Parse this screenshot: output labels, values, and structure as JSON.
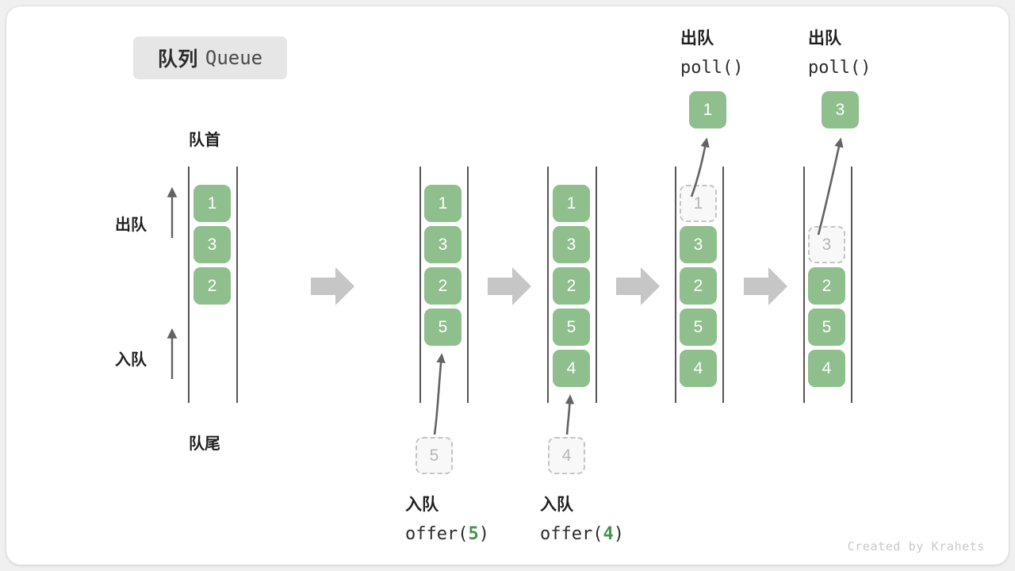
{
  "title": {
    "cn": "队列",
    "en": "Queue"
  },
  "axis": {
    "head": "队首",
    "tail": "队尾",
    "dequeue": "出队",
    "enqueue": "入队"
  },
  "credit": "Created by Krahets",
  "colors": {
    "cell_fill": "#8fbf8c",
    "cell_text": "#ffffff",
    "ghost_fill": "#f8f8f8",
    "ghost_border": "#c4c4c4",
    "rail": "#555555",
    "transition_arrow": "#c6c6c6",
    "motion_arrow": "#636363",
    "accent_arg": "#45914f",
    "chip_bg": "#e6e6e6",
    "canvas": "#ffffff"
  },
  "columns": [
    {
      "name": "initial-queue",
      "cells": [
        {
          "value": "1",
          "state": "solid"
        },
        {
          "value": "3",
          "state": "solid"
        },
        {
          "value": "2",
          "state": "solid"
        }
      ]
    },
    {
      "name": "after-offer-5",
      "cells": [
        {
          "value": "1",
          "state": "solid"
        },
        {
          "value": "3",
          "state": "solid"
        },
        {
          "value": "2",
          "state": "solid"
        },
        {
          "value": "5",
          "state": "solid"
        }
      ],
      "incoming": {
        "value": "5",
        "state": "ghost"
      },
      "op": {
        "cn": "入队",
        "fn": "offer(",
        "arg": "5",
        "fn_end": ")"
      }
    },
    {
      "name": "after-offer-4",
      "cells": [
        {
          "value": "1",
          "state": "solid"
        },
        {
          "value": "3",
          "state": "solid"
        },
        {
          "value": "2",
          "state": "solid"
        },
        {
          "value": "5",
          "state": "solid"
        },
        {
          "value": "4",
          "state": "solid"
        }
      ],
      "incoming": {
        "value": "4",
        "state": "ghost"
      },
      "op": {
        "cn": "入队",
        "fn": "offer(",
        "arg": "4",
        "fn_end": ")"
      }
    },
    {
      "name": "after-poll-1",
      "cells": [
        {
          "value": "1",
          "state": "ghost"
        },
        {
          "value": "3",
          "state": "solid"
        },
        {
          "value": "2",
          "state": "solid"
        },
        {
          "value": "5",
          "state": "solid"
        },
        {
          "value": "4",
          "state": "solid"
        }
      ],
      "outgoing": {
        "value": "1",
        "state": "solid"
      },
      "op": {
        "cn": "出队",
        "fn": "poll()"
      }
    },
    {
      "name": "after-poll-3",
      "cells": [
        {
          "value": "3",
          "state": "ghost",
          "slot": 1
        },
        {
          "value": "2",
          "state": "solid",
          "slot": 2
        },
        {
          "value": "5",
          "state": "solid",
          "slot": 3
        },
        {
          "value": "4",
          "state": "solid",
          "slot": 4
        }
      ],
      "outgoing": {
        "value": "3",
        "state": "solid"
      },
      "op": {
        "cn": "出队",
        "fn": "poll()"
      }
    }
  ],
  "transitions": [
    {
      "name": "transition-1"
    },
    {
      "name": "transition-2"
    },
    {
      "name": "transition-3"
    },
    {
      "name": "transition-4"
    }
  ]
}
